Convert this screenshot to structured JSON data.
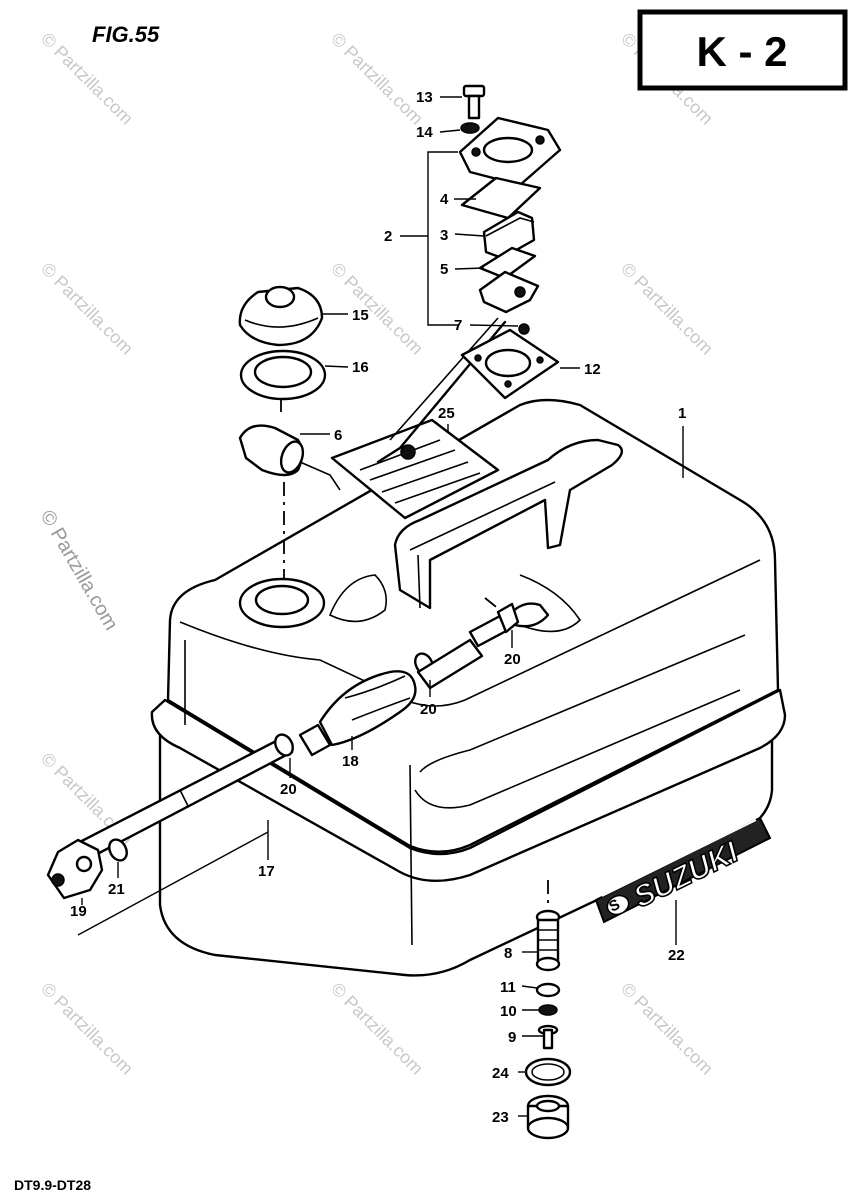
{
  "figure_label": "FIG.55",
  "corner_code": "K - 2",
  "model_label": "DT9.9-DT28",
  "watermark_text": "© Partzilla.com",
  "side_watermark_text": "© Partzilla.com",
  "brand_decal_text": "SUZUKI",
  "brand_decal_emblem": "S",
  "callouts": [
    "1",
    "2",
    "3",
    "4",
    "5",
    "6",
    "7",
    "8",
    "9",
    "10",
    "11",
    "12",
    "13",
    "14",
    "15",
    "16",
    "17",
    "18",
    "19",
    "20",
    "20",
    "20",
    "21",
    "22",
    "23",
    "24",
    "25"
  ],
  "icons": {
    "fuel-tank": "rounded rectangular tank with carry handle",
    "fuel-gauge": "float gauge assembly",
    "filler-cap": "round knurled cap",
    "primer-bulb": "hand primer bulb on hose",
    "connector": "hose end connector"
  }
}
